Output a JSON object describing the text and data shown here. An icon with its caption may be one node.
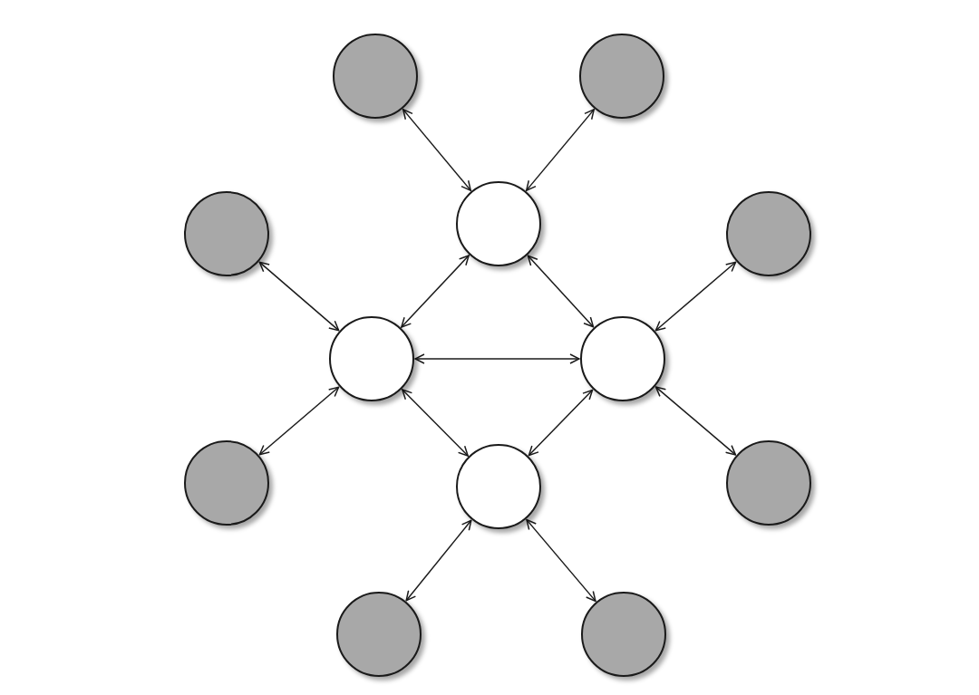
{
  "diagram": {
    "nodes": [
      {
        "text": [],
        "shape": "circle"
      },
      {
        "text": [],
        "shape": "circle"
      },
      {
        "text": [],
        "shape": "circle"
      },
      {
        "text": [],
        "shape": "circle"
      },
      {
        "text": [],
        "shape": "circle"
      },
      {
        "text": [],
        "shape": "circle"
      },
      {
        "text": [],
        "shape": "circle"
      },
      {
        "text": [],
        "shape": "circle"
      },
      {
        "text": [],
        "shape": "circle"
      },
      {
        "text": [],
        "shape": "circle"
      },
      {
        "text": [],
        "shape": "circle"
      },
      {
        "text": [],
        "shape": "circle"
      }
    ],
    "edges": [
      {
        "from": 0,
        "to": 2,
        "arrow": "both"
      },
      {
        "from": 1,
        "to": 2,
        "arrow": "both"
      },
      {
        "from": 3,
        "to": 5,
        "arrow": "both"
      },
      {
        "from": 4,
        "to": 6,
        "arrow": "both"
      },
      {
        "from": 2,
        "to": 5,
        "arrow": "both"
      },
      {
        "from": 2,
        "to": 6,
        "arrow": "both"
      },
      {
        "from": 5,
        "to": 6,
        "arrow": "both"
      },
      {
        "from": 5,
        "to": 9,
        "arrow": "both"
      },
      {
        "from": 6,
        "to": 9,
        "arrow": "both"
      },
      {
        "from": 7,
        "to": 5,
        "arrow": "both"
      },
      {
        "from": 8,
        "to": 6,
        "arrow": "both"
      },
      {
        "from": 10,
        "to": 9,
        "arrow": "both"
      },
      {
        "from": 11,
        "to": 9,
        "arrow": "both"
      }
    ]
  }
}
